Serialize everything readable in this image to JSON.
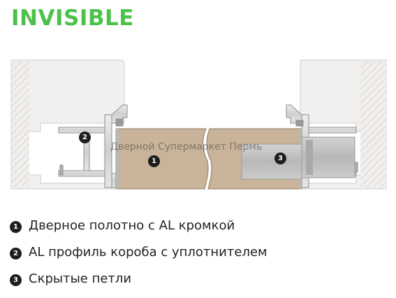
{
  "title": "INVISIBLE",
  "watermark": "Дверной Супермаркет Пермь",
  "markers": [
    "1",
    "2",
    "3"
  ],
  "legend": [
    {
      "num": "1",
      "text": "Дверное полотно с AL кромкой"
    },
    {
      "num": "2",
      "text": "AL профиль короба с уплотнителем"
    },
    {
      "num": "3",
      "text": "Скрытые петли"
    }
  ],
  "colors": {
    "title": "#4cc24a",
    "door_leaf": "#c9b49a",
    "aluminium": "#d4d4d4",
    "wall": "#f2f0ee",
    "marker": "#1e1e1e"
  }
}
